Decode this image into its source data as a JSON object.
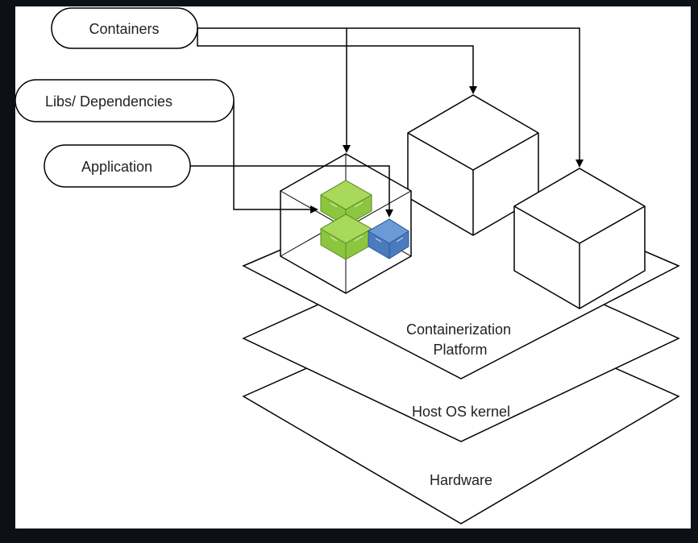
{
  "diagram": {
    "callouts": {
      "containers": "Containers",
      "libs": "Libs/ Dependencies",
      "application": "Application"
    },
    "layers": {
      "platform_line1": "Containerization",
      "platform_line2": "Platform",
      "kernel": "Host OS kernel",
      "hardware": "Hardware"
    },
    "colors": {
      "background": "#0d1117",
      "canvas": "#ffffff",
      "stroke": "#000000",
      "lib_green": "#8cc63f",
      "app_blue": "#4a7bbf"
    }
  }
}
